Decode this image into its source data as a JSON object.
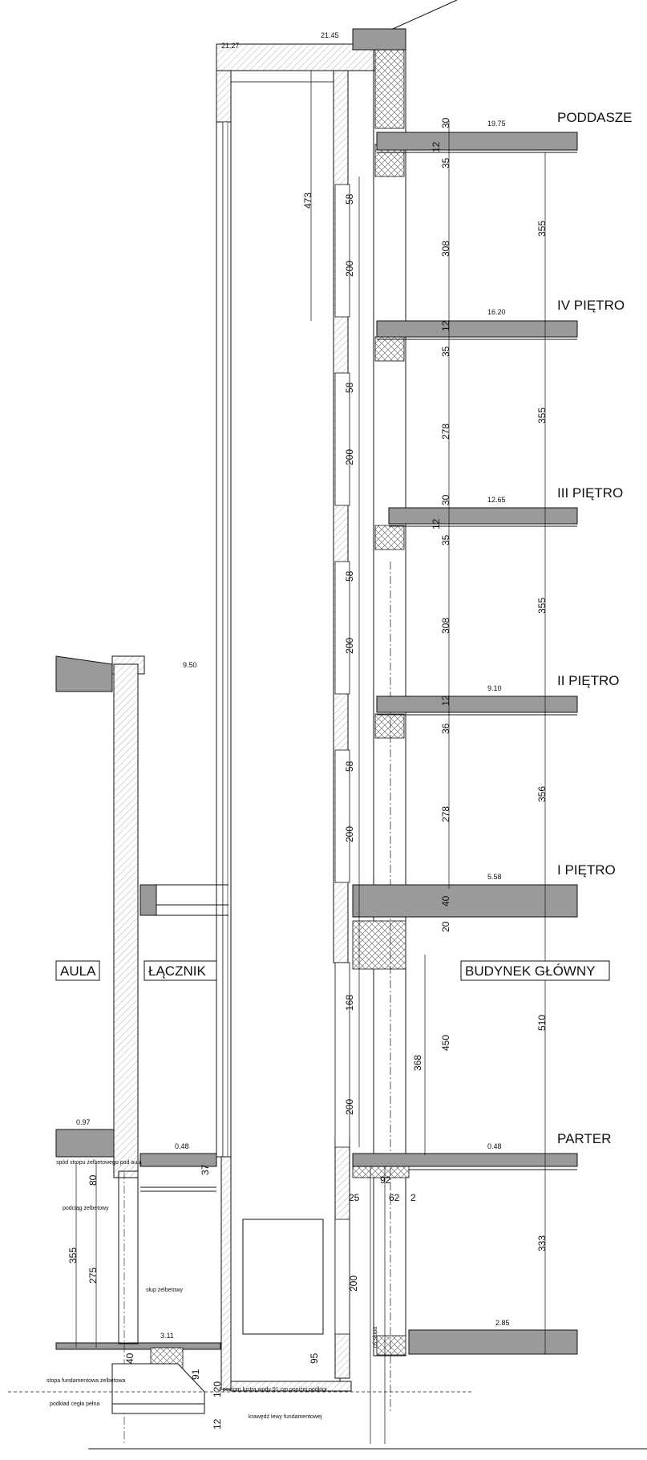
{
  "title": "",
  "colors": {
    "slab": "#9a9a9a",
    "wall_hatch": "#b8b8b8",
    "line": "#111111",
    "background": "#ffffff"
  },
  "floor_labels": [
    "PODDASZE",
    "IV PIĘTRO",
    "III PIĘTRO",
    "II PIĘTRO",
    "I PIĘTRO",
    "PARTER"
  ],
  "room_labels": [
    "AULA",
    "ŁĄCZNIK",
    "BUDYNEK GŁÓWNY"
  ],
  "levels": [
    "21.27",
    "21.45",
    "19.75",
    "16.20",
    "12.65",
    "9.50",
    "9.10",
    "5.58",
    "0.97",
    "0.48",
    "0.48",
    "3.11",
    "2.85"
  ],
  "vertical_dims": [
    "30",
    "12",
    "35",
    "355",
    "308",
    "12",
    "35",
    "355",
    "278",
    "30",
    "12",
    "35",
    "355",
    "308",
    "12",
    "36",
    "356",
    "278",
    "40",
    "20",
    "510",
    "450",
    "368",
    "333",
    "473",
    "58",
    "200",
    "58",
    "200",
    "58",
    "200",
    "58",
    "200",
    "168",
    "200",
    "200",
    "37",
    "80",
    "355",
    "275",
    "95",
    "120",
    "91",
    "40",
    "12",
    "25",
    "62",
    "92",
    "2"
  ],
  "notes": {
    "slab_under_aula": "spód stropu żelbetowego pod aulą",
    "rc_beam": "podciąg żelbetowy",
    "rc_column": "słup żelbetowy",
    "rc_footing": "stopa fundamentowa żelbetowa",
    "brick_base": "podkład cegła pełna",
    "foundation_edge": "krawędź lewy fundamentowej",
    "water_level": "poziom lustra wody 91 cm poniżej podłogi",
    "axis": "oś słupa"
  }
}
